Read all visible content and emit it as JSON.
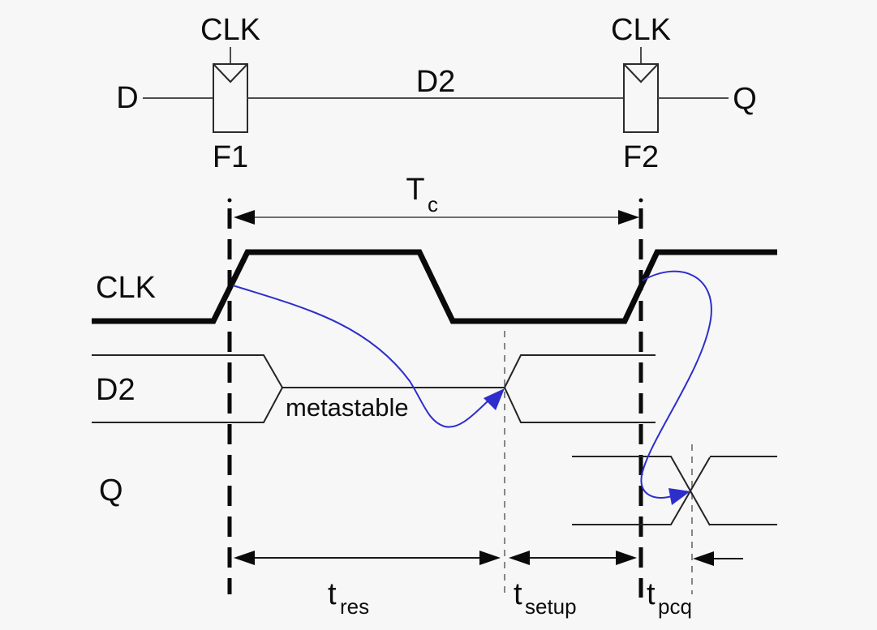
{
  "figure_title": "synchronizer-metastability-timing-diagram",
  "colors": {
    "background": "#f7f7f7",
    "line_black": "#0a0a0a",
    "waveform_thin": "#242424",
    "wire_gray": "#4d4d4d",
    "dim_gray": "#6e6e6e",
    "dashed_gray": "#7a7a7a",
    "causality_blue": "#2e2ecc"
  },
  "circuit": {
    "input_label": "D",
    "bus_label": "D2",
    "output_label": "Q",
    "flipflops": [
      {
        "clk_label": "CLK",
        "name": "F1"
      },
      {
        "clk_label": "CLK",
        "name": "F2"
      }
    ]
  },
  "timing": {
    "signals": {
      "clk": "CLK",
      "d2": "D2",
      "q": "Q"
    },
    "metastable_label": "metastable",
    "annotations": {
      "cycle": {
        "main": "T",
        "sub": "c"
      },
      "resolution": {
        "main": "t",
        "sub": "res"
      },
      "setup": {
        "main": "t",
        "sub": "setup"
      },
      "clk_to_q": {
        "main": "t",
        "sub": "pcq"
      }
    }
  }
}
